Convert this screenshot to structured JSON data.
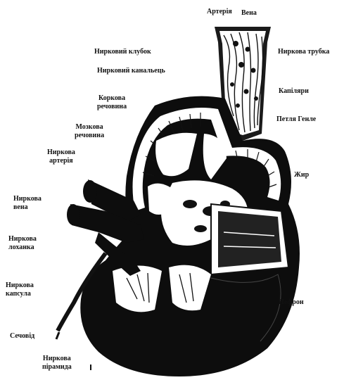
{
  "labels": {
    "artery_top": "Артерія",
    "vein_top": "Вена",
    "glomerulus": "Нирковий клубок",
    "tubule_duct": "Нирковий канальець",
    "kidney_tube": "Нирковa трубка",
    "cortex_line1": "Коркова",
    "cortex_line2": "речовина",
    "capillaries": "Капіляри",
    "medulla_line1": "Мозкова",
    "medulla_line2": "речовина",
    "loop_henle": "Петля Генле",
    "renal_artery_line1": "Ниркова",
    "renal_artery_line2": "артерія",
    "fat": "Жир",
    "renal_vein_line1": "Ниркова",
    "renal_vein_line2": "вена",
    "pelvis_line1": "Ниркова",
    "pelvis_line2": "лоханка",
    "capsule_line1": "Ниркова",
    "capsule_line2": "капсула",
    "nephron": "Нефрон",
    "ureter": "Сечовід",
    "pyramid_line1": "Ниркова",
    "pyramid_line2": "пірамида"
  }
}
